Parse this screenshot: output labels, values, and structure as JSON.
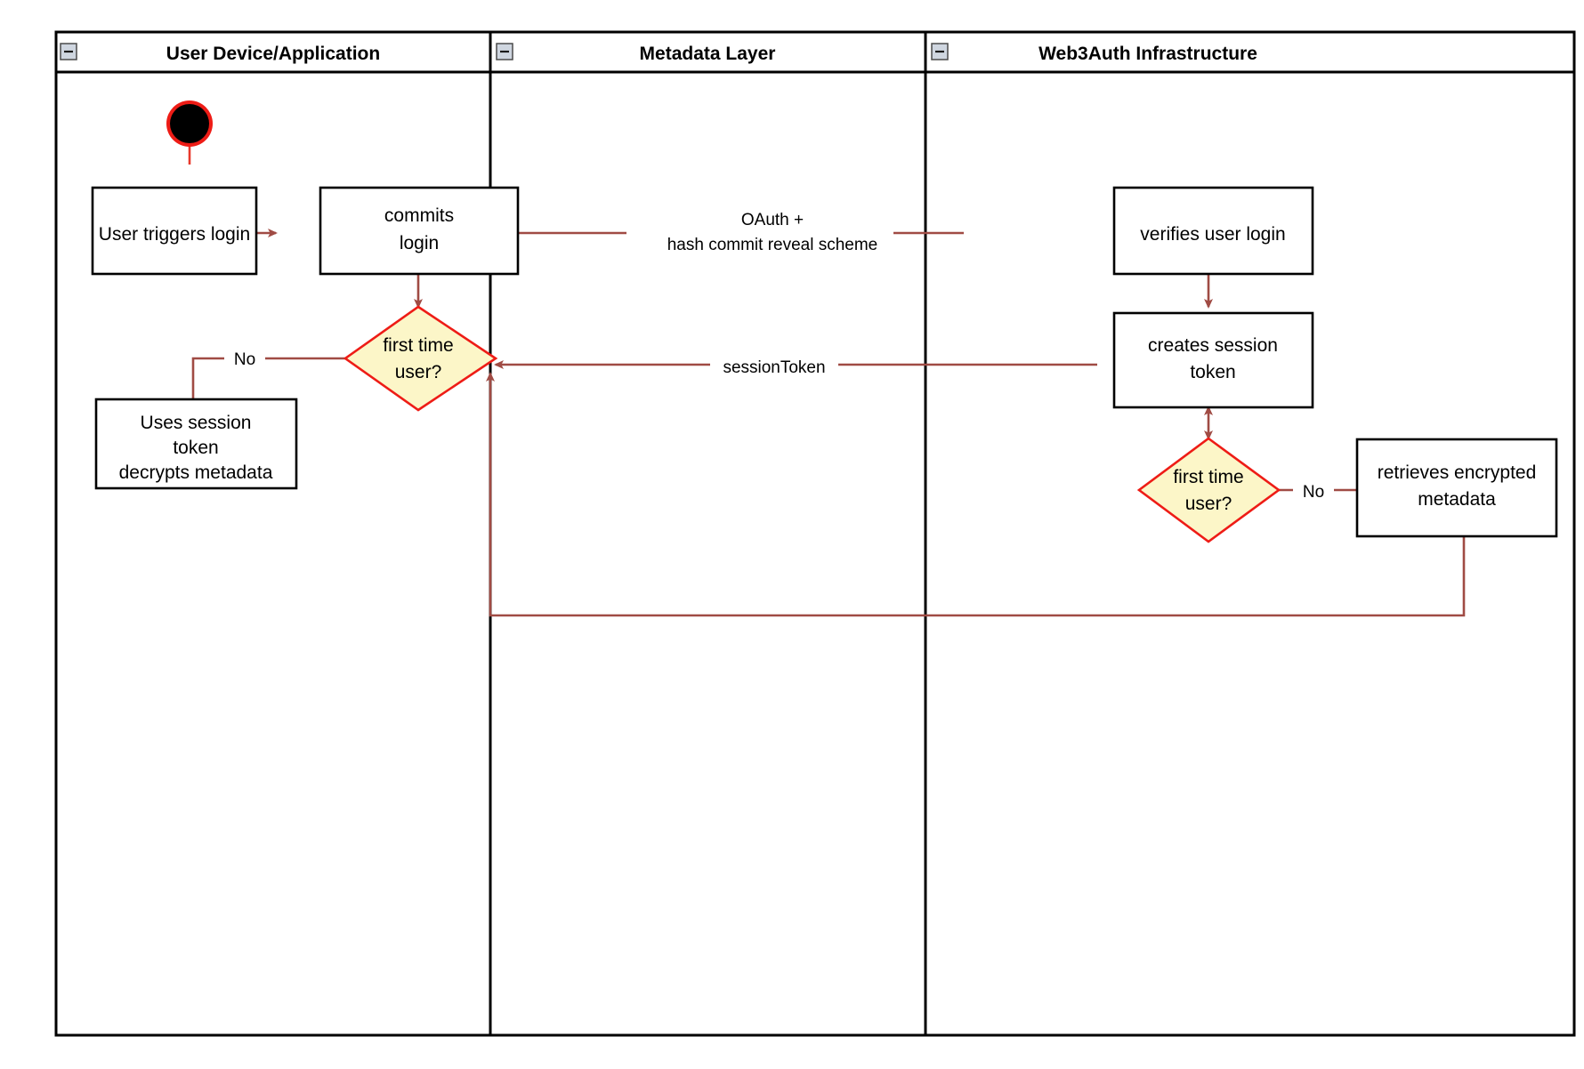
{
  "diagram": {
    "type": "uml-activity-swimlane",
    "background_color": "#ffffff",
    "accent_colors": {
      "flow_line": "#a04b44",
      "decision_border": "#ee1c16",
      "decision_fill": "#fcf6c8",
      "node_border": "#000000",
      "start_node_fill": "#000000",
      "start_node_ring": "#ee1c16"
    }
  },
  "lanes": [
    {
      "id": "user-device",
      "title": "User Device/Application",
      "collapse_icon": "minus-icon"
    },
    {
      "id": "metadata-layer",
      "title": "Metadata Layer",
      "collapse_icon": "minus-icon"
    },
    {
      "id": "web3auth",
      "title": "Web3Auth Infrastructure",
      "collapse_icon": "minus-icon"
    }
  ],
  "nodes": [
    {
      "id": "start",
      "lane": "user-device",
      "kind": "initial-node",
      "label": ""
    },
    {
      "id": "user-triggers-login",
      "lane": "user-device",
      "kind": "action",
      "lines": [
        "User triggers login"
      ]
    },
    {
      "id": "commits-login",
      "lane": "user-device",
      "kind": "action",
      "lines": [
        "commits",
        "login"
      ]
    },
    {
      "id": "first-time-user-left",
      "lane": "user-device",
      "kind": "decision",
      "lines": [
        "first time",
        "user?"
      ]
    },
    {
      "id": "uses-session-token",
      "lane": "user-device",
      "kind": "action",
      "lines": [
        "Uses session",
        "token",
        "decrypts metadata"
      ]
    },
    {
      "id": "verifies-user-login",
      "lane": "web3auth",
      "kind": "action",
      "lines": [
        "verifies user login"
      ]
    },
    {
      "id": "creates-session-token",
      "lane": "web3auth",
      "kind": "action",
      "lines": [
        "creates session",
        "token"
      ]
    },
    {
      "id": "first-time-user-right",
      "lane": "web3auth",
      "kind": "decision",
      "lines": [
        "first time",
        "user?"
      ]
    },
    {
      "id": "retrieves-encrypted-metadata",
      "lane": "web3auth",
      "kind": "action",
      "lines": [
        "retrieves encrypted",
        "metadata"
      ]
    }
  ],
  "edges": [
    {
      "id": "start-to-trigger",
      "from": "start",
      "to": "user-triggers-login",
      "label": ""
    },
    {
      "id": "trigger-to-commits",
      "from": "user-triggers-login",
      "to": "commits-login",
      "label": ""
    },
    {
      "id": "commits-to-verifies",
      "from": "commits-login",
      "to": "verifies-user-login",
      "label_lines": [
        "OAuth +",
        "hash commit reveal scheme"
      ]
    },
    {
      "id": "commits-to-decision-left",
      "from": "commits-login",
      "to": "first-time-user-left",
      "label": ""
    },
    {
      "id": "decision-left-no",
      "from": "first-time-user-left",
      "to": "uses-session-token",
      "label": "No"
    },
    {
      "id": "verifies-to-creates",
      "from": "verifies-user-login",
      "to": "creates-session-token",
      "label": ""
    },
    {
      "id": "creates-to-decision-left",
      "from": "creates-session-token",
      "to": "first-time-user-left",
      "label": "sessionToken"
    },
    {
      "id": "creates-to-decision-right",
      "from": "creates-session-token",
      "to": "first-time-user-right",
      "label": "",
      "bidirectional": true
    },
    {
      "id": "decision-right-no",
      "from": "first-time-user-right",
      "to": "retrieves-encrypted-metadata",
      "label": "No"
    },
    {
      "id": "retrieves-to-decision-left",
      "from": "retrieves-encrypted-metadata",
      "to": "first-time-user-left",
      "label": ""
    }
  ]
}
